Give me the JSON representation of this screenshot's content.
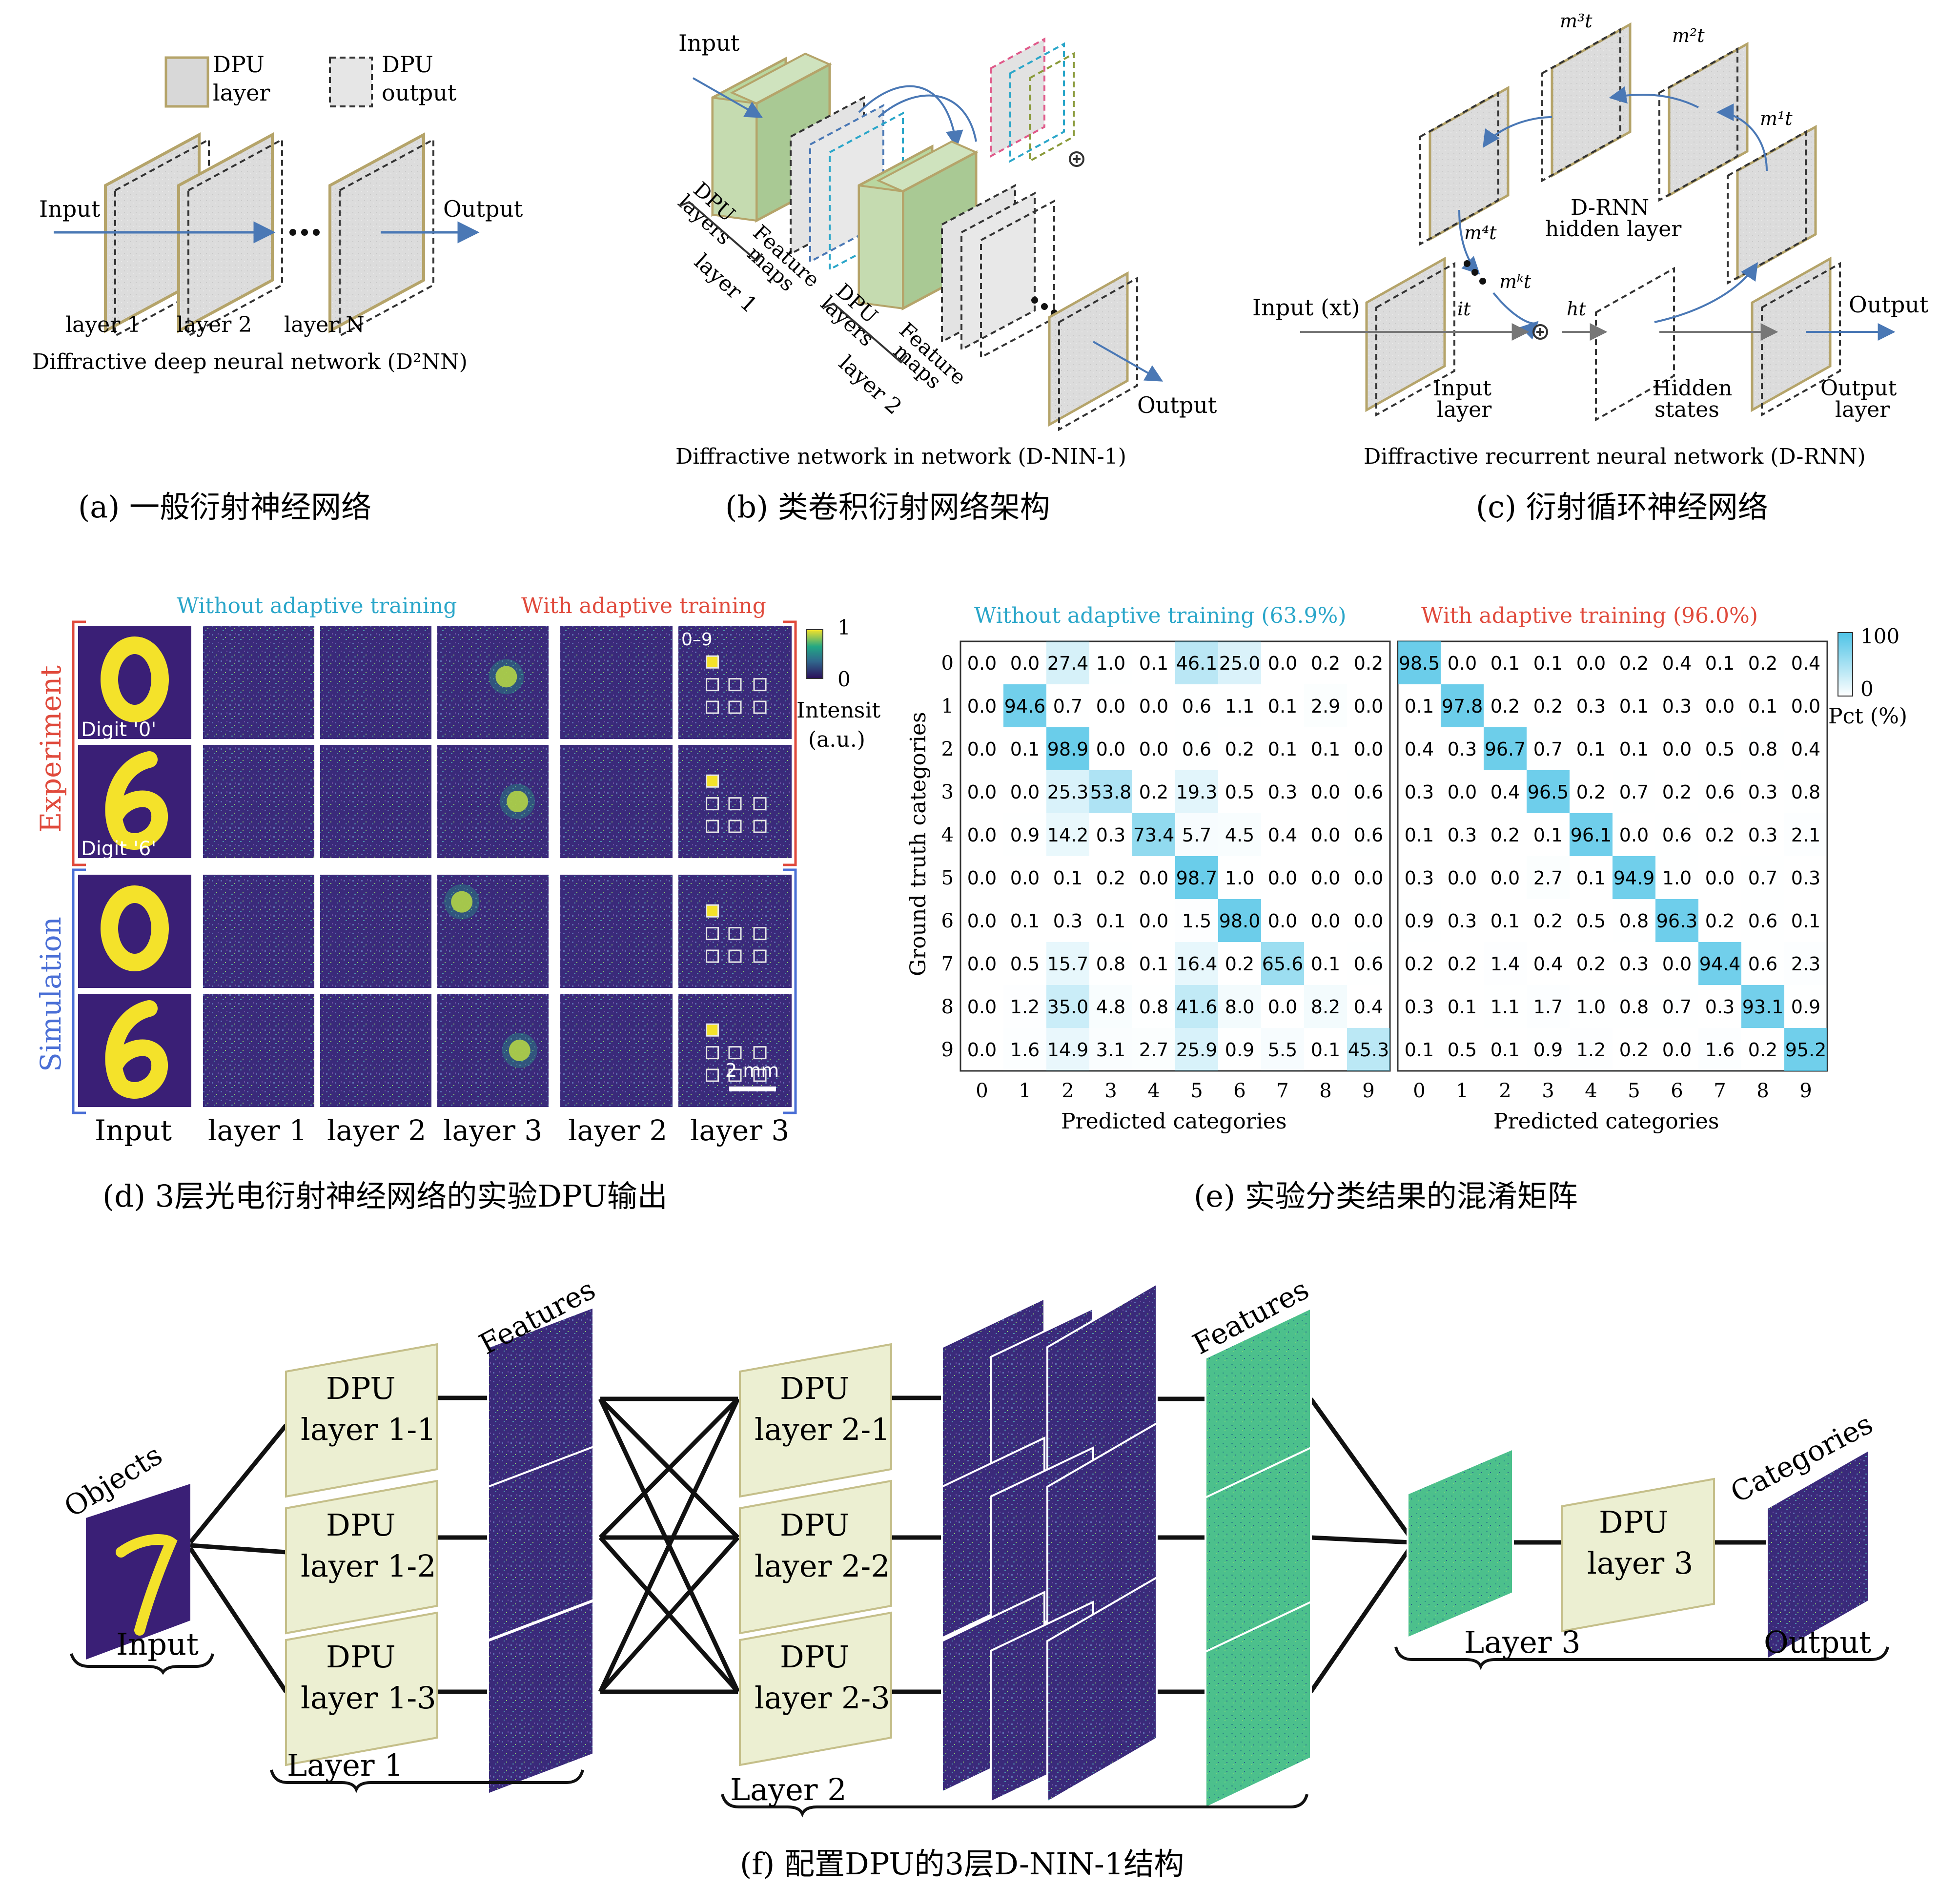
{
  "panel_a": {
    "legend_dpu_layer": [
      "DPU",
      "layer"
    ],
    "legend_dpu_output": [
      "DPU",
      "output"
    ],
    "input_label": "Input",
    "output_label": "Output",
    "layer1_label": "layer 1",
    "layer2_label": "layer 2",
    "layerN_label": "layer N",
    "title": "Diffractive deep neural network (D²NN)",
    "caption": "(a) 一般衍射神经网络"
  },
  "panel_b": {
    "input_label": "Input",
    "output_label": "Output",
    "dpu_layers": [
      "DPU",
      "layers"
    ],
    "feature_maps": [
      "Feature",
      "maps"
    ],
    "layer1_label": "layer 1",
    "layer2_label": "layer 2",
    "title": "Diffractive network in network (D-NIN-1)",
    "caption": "(b) 类卷积衍射网络架构"
  },
  "panel_c": {
    "input_label": "Input (xt)",
    "output_label": "Output",
    "hidden_layer_label": [
      "D-RNN",
      "hidden layer"
    ],
    "input_layer_label": [
      "Input",
      "layer"
    ],
    "hidden_states_label": [
      "Hidden",
      "states"
    ],
    "output_layer_label": [
      "Output",
      "layer"
    ],
    "m_labels": [
      "m³t",
      "m²t",
      "m¹t",
      "m⁴t",
      "mᵏt"
    ],
    "it_label": "it",
    "ht_label": "ht",
    "title": "Diffractive recurrent neural network (D-RNN)",
    "caption": "(c) 衍射循环神经网络"
  },
  "panel_d": {
    "without_title": "Without adaptive training",
    "with_title": "With adaptive training",
    "experiment_label": "Experiment",
    "simulation_label": "Simulation",
    "digit0_label": "Digit '0'",
    "digit6_label": "Digit '6'",
    "column_labels": [
      "Input",
      "layer 1",
      "layer 2",
      "layer 3",
      "layer 2",
      "layer 3"
    ],
    "colorbar_max": "1",
    "colorbar_min": "0",
    "colorbar_label": [
      "Intensit",
      "(a.u.)"
    ],
    "detector_label": "0–9",
    "scale_label": "2 mm",
    "caption": "(d) 3层光电衍射神经网络的实验DPU输出"
  },
  "panel_e": {
    "left_title": "Without adaptive training (63.9%)",
    "right_title": "With adaptive training (96.0%)",
    "ylabel": "Ground truth categories",
    "xlabel": "Predicted categories",
    "colorbar_max": "100",
    "colorbar_min": "0",
    "colorbar_label": "Pct (%)",
    "categories": [
      "0",
      "1",
      "2",
      "3",
      "4",
      "5",
      "6",
      "7",
      "8",
      "9"
    ],
    "caption": "(e) 实验分类结果的混淆矩阵"
  },
  "panel_f": {
    "objects_label": "Objects",
    "input_label": "Input",
    "features_label": "Features",
    "features2_label": "Features",
    "layer1_nodes": [
      [
        "DPU",
        "layer 1-1"
      ],
      [
        "DPU",
        "layer 1-2"
      ],
      [
        "DPU",
        "layer 1-3"
      ]
    ],
    "layer2_nodes": [
      [
        "DPU",
        "layer 2-1"
      ],
      [
        "DPU",
        "layer 2-2"
      ],
      [
        "DPU",
        "layer 2-3"
      ]
    ],
    "layer3_node": [
      "DPU",
      "layer 3"
    ],
    "layer1_label": "Layer 1",
    "layer2_label": "Layer 2",
    "layer3_label": "Layer 3",
    "categories_label": "Categories",
    "output_label": "Output",
    "caption": "(f) 配置DPU的3层D-NIN-1结构"
  },
  "chart_data": [
    {
      "type": "heatmap",
      "title": "Without adaptive training (63.9%)",
      "xlabel": "Predicted categories",
      "ylabel": "Ground truth categories",
      "x": [
        "0",
        "1",
        "2",
        "3",
        "4",
        "5",
        "6",
        "7",
        "8",
        "9"
      ],
      "y": [
        "0",
        "1",
        "2",
        "3",
        "4",
        "5",
        "6",
        "7",
        "8",
        "9"
      ],
      "values": [
        [
          0.0,
          0.0,
          27.4,
          1.0,
          0.1,
          46.1,
          25.0,
          0.0,
          0.2,
          0.2
        ],
        [
          0.0,
          94.6,
          0.7,
          0.0,
          0.0,
          0.6,
          1.1,
          0.1,
          2.9,
          0.0
        ],
        [
          0.0,
          0.1,
          98.9,
          0.0,
          0.0,
          0.6,
          0.2,
          0.1,
          0.1,
          0.0
        ],
        [
          0.0,
          0.0,
          25.3,
          53.8,
          0.2,
          19.3,
          0.5,
          0.3,
          0.0,
          0.6
        ],
        [
          0.0,
          0.9,
          14.2,
          0.3,
          73.4,
          5.7,
          4.5,
          0.4,
          0.0,
          0.6
        ],
        [
          0.0,
          0.0,
          0.1,
          0.2,
          0.0,
          98.7,
          1.0,
          0.0,
          0.0,
          0.0
        ],
        [
          0.0,
          0.1,
          0.3,
          0.1,
          0.0,
          1.5,
          98.0,
          0.0,
          0.0,
          0.0
        ],
        [
          0.0,
          0.5,
          15.7,
          0.8,
          0.1,
          16.4,
          0.2,
          65.6,
          0.1,
          0.6
        ],
        [
          0.0,
          1.2,
          35.0,
          4.8,
          0.8,
          41.6,
          8.0,
          0.0,
          8.2,
          0.4
        ],
        [
          0.0,
          1.6,
          14.9,
          3.1,
          2.7,
          25.9,
          0.9,
          5.5,
          0.1,
          45.3
        ]
      ],
      "colorbar_range": [
        0,
        100
      ]
    },
    {
      "type": "heatmap",
      "title": "With adaptive training (96.0%)",
      "xlabel": "Predicted categories",
      "ylabel": "Ground truth categories",
      "x": [
        "0",
        "1",
        "2",
        "3",
        "4",
        "5",
        "6",
        "7",
        "8",
        "9"
      ],
      "y": [
        "0",
        "1",
        "2",
        "3",
        "4",
        "5",
        "6",
        "7",
        "8",
        "9"
      ],
      "values": [
        [
          98.5,
          0.0,
          0.1,
          0.1,
          0.0,
          0.2,
          0.4,
          0.1,
          0.2,
          0.4
        ],
        [
          0.1,
          97.8,
          0.2,
          0.2,
          0.3,
          0.1,
          0.3,
          0.0,
          0.1,
          0.0
        ],
        [
          0.4,
          0.3,
          96.7,
          0.7,
          0.1,
          0.1,
          0.0,
          0.5,
          0.8,
          0.4
        ],
        [
          0.3,
          0.0,
          0.4,
          96.5,
          0.2,
          0.7,
          0.2,
          0.6,
          0.3,
          0.8
        ],
        [
          0.1,
          0.3,
          0.2,
          0.1,
          96.1,
          0.0,
          0.6,
          0.2,
          0.3,
          2.1
        ],
        [
          0.3,
          0.0,
          0.0,
          2.7,
          0.1,
          94.9,
          1.0,
          0.0,
          0.7,
          0.3
        ],
        [
          0.9,
          0.3,
          0.1,
          0.2,
          0.5,
          0.8,
          96.3,
          0.2,
          0.6,
          0.1
        ],
        [
          0.2,
          0.2,
          1.4,
          0.4,
          0.2,
          0.3,
          0.0,
          94.4,
          0.6,
          2.3
        ],
        [
          0.3,
          0.1,
          1.1,
          1.7,
          1.0,
          0.8,
          0.7,
          0.3,
          93.1,
          0.9
        ],
        [
          0.1,
          0.5,
          0.1,
          0.9,
          1.2,
          0.2,
          0.0,
          1.6,
          0.2,
          95.2
        ]
      ],
      "colorbar_range": [
        0,
        100
      ]
    }
  ],
  "colors": {
    "dpu_fill": "#d8d8d8",
    "dpu_border": "#b5a46a",
    "dpu_green": "#b9d7a0",
    "arrow_blue": "#4a78b5",
    "without_cyan": "#2aa6c9",
    "with_red": "#e04a3c",
    "experiment_red": "#e04a3c",
    "simulation_blue": "#4a6fd6",
    "viridis_dark": "#2b0f5a",
    "viridis_yellow": "#f4e22a",
    "heat_cyan": "#7fd3ea",
    "node_fill": "#ecefd2",
    "feature_green": "#3fc48d"
  }
}
